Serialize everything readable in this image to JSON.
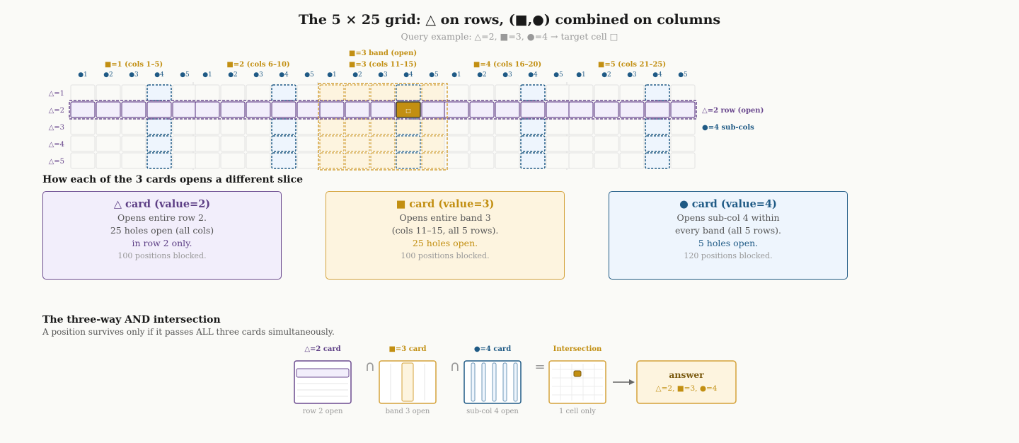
{
  "title": "The 5 × 25 grid: △ on rows, (■,●) combined on columns",
  "subtitle": "Query example: △=2, ■=3, ●=4 → target cell □",
  "grid": {
    "band_open_label": "■=3 band (open)",
    "bands": [
      {
        "label": "■=1 (cols 1–5)"
      },
      {
        "label": "■=2 (cols 6–10)"
      },
      {
        "label": "■=3 (cols 11–15)"
      },
      {
        "label": "■=4 (cols 16–20)"
      },
      {
        "label": "■=5 (cols 21–25)"
      }
    ],
    "subcol_labels": [
      "●1",
      "●2",
      "●3",
      "●4",
      "●5"
    ],
    "row_labels": [
      "△=1",
      "△=2",
      "△=3",
      "△=4",
      "△=5"
    ],
    "row_open_label": "△=2 row (open)",
    "subcol_open_label": "●=4 sub-cols",
    "open_row": 2,
    "open_band": 3,
    "open_subcol": 4,
    "target_glyph": "□"
  },
  "cards_section": {
    "heading": "How each of the 3 cards opens a different slice",
    "cards": [
      {
        "title": "△ card (value=2)",
        "lines": [
          "Opens entire row 2.",
          "25 holes open (all cols)",
          "in row 2 only."
        ],
        "blocked": "100 positions blocked."
      },
      {
        "title": "■ card (value=3)",
        "lines": [
          "Opens entire band 3",
          "(cols 11–15, all 5 rows).",
          "25 holes open."
        ],
        "blocked": "100 positions blocked."
      },
      {
        "title": "● card (value=4)",
        "lines": [
          "Opens sub-col 4 within",
          "every band (all 5 rows).",
          "5 holes open."
        ],
        "blocked": "120 positions blocked."
      }
    ]
  },
  "intersection": {
    "heading": "The three-way AND intersection",
    "subtext": "A position survives only if it passes ALL three cards simultaneously.",
    "panels": [
      {
        "label": "△=2 card",
        "caption": "row 2 open"
      },
      {
        "label": "■=3 card",
        "caption": "band 3 open"
      },
      {
        "label": "●=4 card",
        "caption": "sub-col 4 open"
      },
      {
        "label": "Intersection",
        "caption": "1 cell only"
      }
    ],
    "op_intersect": "∩",
    "op_equals": "=",
    "answer_title": "answer",
    "answer_value": "△=2, ■=3, ●=4"
  },
  "colors": {
    "purple": "#6b4a8f",
    "gold": "#d4a23a",
    "blue": "#1f5a85",
    "target": "#c28f12"
  }
}
